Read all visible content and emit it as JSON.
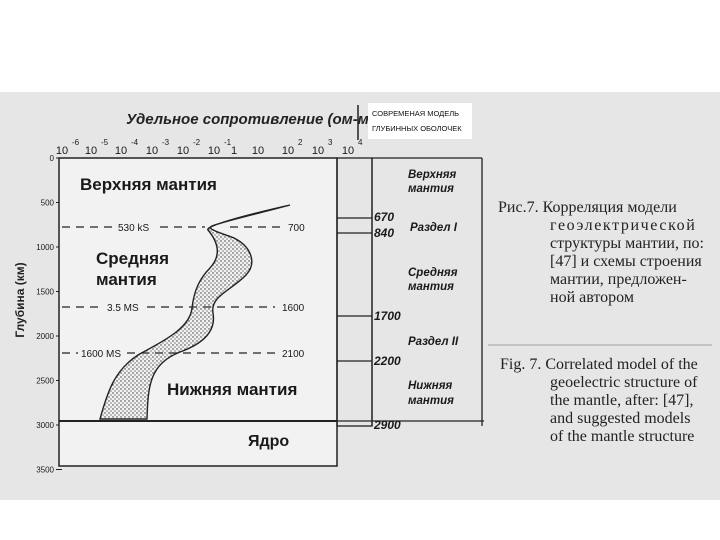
{
  "header": {
    "title": "Удельное сопротивление (ом-м)",
    "overlay_line1": "СОВРЕМЕНАЯ МОДЕЛЬ",
    "overlay_line2": "ГЛУБИННЫХ ОБОЛОЧЕК"
  },
  "resistivity_axis": {
    "ticks": [
      {
        "base": "10",
        "exp": "-6"
      },
      {
        "base": "10",
        "exp": "-5"
      },
      {
        "base": "10",
        "exp": "-4"
      },
      {
        "base": "10",
        "exp": "-3"
      },
      {
        "base": "10",
        "exp": "-2"
      },
      {
        "base": "10",
        "exp": "-1"
      },
      {
        "base": "1",
        "exp": ""
      },
      {
        "base": "10",
        "exp": ""
      },
      {
        "base": "10",
        "exp": "2"
      },
      {
        "base": "10",
        "exp": "3"
      },
      {
        "base": "10",
        "exp": "4"
      }
    ]
  },
  "depth_axis": {
    "label": "Глубина (км)",
    "ticks": [
      "0",
      "500",
      "1000",
      "1500",
      "2000",
      "2500",
      "3000",
      "3500"
    ]
  },
  "regions": {
    "upper_mantle": "Верхняя мантия",
    "middle_line1": "Средняя",
    "middle_line2": "мантия",
    "lower_mantle": "Нижняя мантия",
    "core": "Ядро"
  },
  "conductivity_marks": [
    {
      "label": "530 kS",
      "depth_label": "700"
    },
    {
      "label": "3.5 MS",
      "depth_label": "1600"
    },
    {
      "label": "1600 MS",
      "depth_label": "2100"
    }
  ],
  "right_model": {
    "labels": [
      {
        "line1": "Верхняя",
        "line2": "мантия"
      },
      {
        "line1": "Раздел I",
        "line2": ""
      },
      {
        "line1": "Средняя",
        "line2": "мантия"
      },
      {
        "line1": "Раздел II",
        "line2": ""
      },
      {
        "line1": "Нижняя",
        "line2": "мантия"
      }
    ],
    "boundaries": [
      "670",
      "840",
      "1700",
      "2200",
      "2900"
    ]
  },
  "caption_ru": {
    "lines": [
      "Рис.7. Корреляция модели",
      "геоэлектрической",
      "структуры мантии, по:",
      "[47] и схемы строения",
      "мантии, предложен-",
      "ной автором"
    ]
  },
  "caption_en": {
    "lines": [
      "Fig. 7. Correlated model of the",
      "geoelectric structure of",
      "the mantle, after: [47],",
      "and suggested models",
      "of the mantle structure"
    ]
  },
  "colors": {
    "scan_background": "#e6e6e6",
    "ink": "#1a1a1a",
    "stipple": "#444444"
  }
}
